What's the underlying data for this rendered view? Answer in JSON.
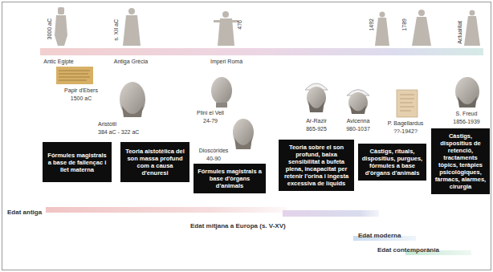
{
  "diagram": {
    "nodes": [
      {
        "text": [
          "Fórmules magistrals a base de fallençac i llet materna"
        ]
      },
      {
        "text": [
          "Teoria aistotèlica del son massa profund com a causa d'enuresi"
        ]
      },
      {
        "text": [
          "Fórmules magistrals a base d'òrgans d'animals"
        ]
      },
      {
        "text": [
          "Teoria sobre el son profund, baixa sensibilitat a bufeta plena, incapacitat per retenir l'orina i ingesta excessiva de líquids"
        ]
      },
      {
        "text": [
          "Càstigs, rituals, dispositius, purgues, fórmules a base d'òrgans d'animals"
        ]
      },
      {
        "text": [
          "Càstigs, dispositius de retenció, tractaments tòpics, teràpies psicològiques, fàrmacs, alarmes, cirurgia"
        ]
      },
      {
        "text": [
          "Edat antiga"
        ]
      },
      {
        "text": [
          "Edat mitjana a Europa (s. V-XV)"
        ]
      },
      {
        "text": [
          "Edat moderna"
        ]
      },
      {
        "text": [
          "Edat contemporània"
        ]
      }
    ],
    "labels": [
      "3000 aC",
      "s. XII aC",
      "476",
      "1492",
      "1789",
      "Actualitat",
      "Antic Egipte",
      "Antiga Grècia",
      "Imperi Romà",
      "Papir d'Ebers",
      "1500 aC",
      "Aristòtil",
      "384 aC - 322 aC",
      "Plini el Vell",
      "24-79",
      "Dioscòrides",
      "40-90",
      "Ar-Razir",
      "865-925",
      "Avicenna",
      "980-1037",
      "P. Bagellardus",
      "??-1942?",
      "S. Freud",
      "1856-1939"
    ]
  }
}
